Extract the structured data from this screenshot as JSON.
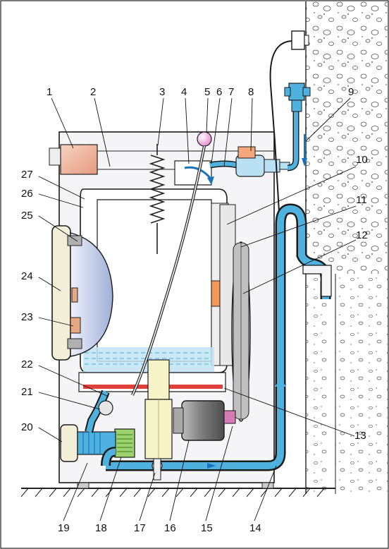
{
  "callouts": [
    "1",
    "2",
    "3",
    "4",
    "5",
    "6",
    "7",
    "8",
    "9",
    "10",
    "11",
    "12",
    "13",
    "14",
    "15",
    "16",
    "17",
    "18",
    "19",
    "20",
    "21",
    "22",
    "23",
    "24",
    "25",
    "26",
    "27"
  ],
  "colors": {
    "water": "#4fb1de",
    "water_dark": "#1a73b8",
    "heater": "#e0403a",
    "body": "#f5f5f7",
    "drum": "#ffffff",
    "outline": "#1b1b1b",
    "wall_line": "#222222",
    "door_glass": "#c4cee7",
    "door_frame": "#f2eed7",
    "control_block": "#f0b9a5",
    "valve_coil": "#f3a87b",
    "motor": "#8a8a8a",
    "pump_filter": "#9ad26b",
    "hose_outline": "#2a6fa3"
  },
  "icons": [
    "plug-icon",
    "water-tap-icon",
    "level-sensor-ball-icon",
    "spring-icon",
    "motor-icon",
    "heating-element-icon",
    "pump-icon",
    "filter-icon",
    "damper-icon",
    "drain-hose-icon"
  ]
}
